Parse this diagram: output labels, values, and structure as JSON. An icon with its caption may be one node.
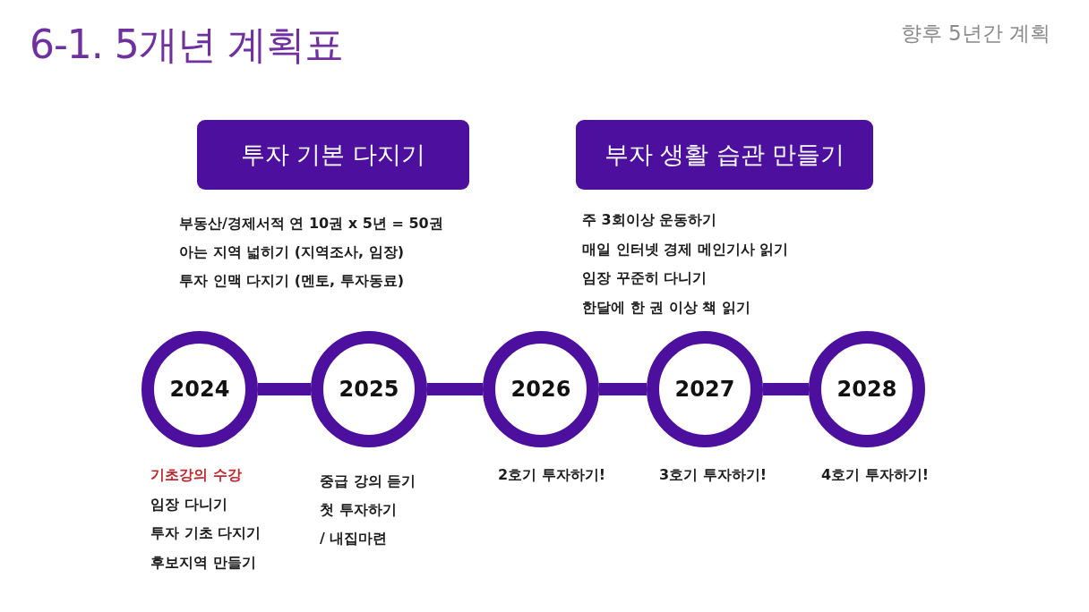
{
  "diagram": {
    "title": "6-1. 5개년 계획표",
    "nodes": [
      {
        "text": [
          "투자 기본 다지기"
        ],
        "beside": [
          "부동산/경제서적 연 10권 x 5년 = 50권",
          "아는 지역 넓히기 (지역조사, 임장)",
          "투자 인맥 다지기 (멘토, 투자동료)"
        ]
      },
      {
        "text": [
          "부자 생활 습관 만들기"
        ],
        "beside": [
          "주 3회이상 운동하기",
          "매일 인터넷 경제 메인기사 읽기",
          "임장 꾸준히 다니기",
          "한달에 한 권 이상 책 읽기"
        ]
      },
      {
        "text": [
          "2024"
        ],
        "beside": [
          "기초강의 수강",
          "임장 다니기",
          "투자 기초 다지기",
          "후보지역 만들기"
        ]
      },
      {
        "text": [
          "2025"
        ],
        "beside": [
          "중급 강의 듣기",
          "첫 투자하기",
          "/ 내집마련"
        ]
      },
      {
        "text": [
          "2026"
        ],
        "beside": [
          "2호기 투자하기!"
        ]
      },
      {
        "text": [
          "2027"
        ],
        "beside": [
          "3호기 투자하기!"
        ]
      },
      {
        "text": [
          "2028"
        ],
        "beside": [
          "4호기 투자하기!"
        ]
      }
    ],
    "edges": [
      {
        "from": 2,
        "to": 3,
        "arrow": "none"
      },
      {
        "from": 3,
        "to": 4,
        "arrow": "none"
      },
      {
        "from": 4,
        "to": 5,
        "arrow": "none"
      },
      {
        "from": 5,
        "to": 6,
        "arrow": "none"
      }
    ],
    "labels": [
      "향후 5년간 계획"
    ]
  }
}
